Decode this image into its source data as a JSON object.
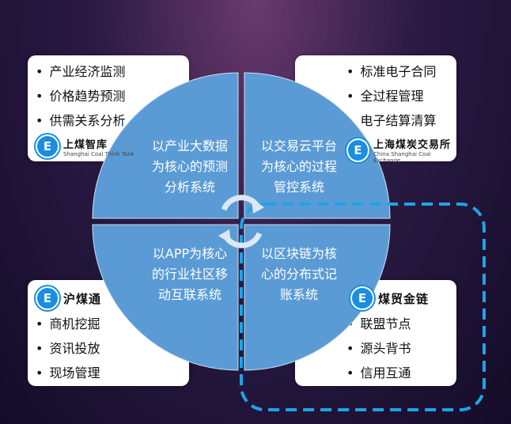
{
  "top_left": {
    "items": [
      "产业经济监测",
      "价格趋势预测",
      "供需关系分析"
    ],
    "logo_cn": "上煤智库",
    "logo_en": "Shanghai Coal Think Tank"
  },
  "top_right": {
    "items": [
      "标准电子合同",
      "全过程管理",
      "电子结算清算"
    ],
    "logo_cn": "上海煤炭交易所",
    "logo_en": "China Shanghai Coal Exchange"
  },
  "bottom_left": {
    "items": [
      "商机挖掘",
      "资讯投放",
      "现场管理"
    ],
    "logo_cn": "沪煤通"
  },
  "bottom_right": {
    "items": [
      "联盟节点",
      "源头背书",
      "信用互通"
    ],
    "logo_cn": "煤贸金链"
  },
  "quadrants": {
    "tl": [
      "以产业大数据",
      "为核心的预测",
      "分析系统"
    ],
    "tr": [
      "以交易云平台",
      "为核心的过程",
      "管控系统"
    ],
    "bl": [
      "以APP为核心",
      "的行业社区移",
      "动互联系统"
    ],
    "br": [
      "以区块链为核",
      "心的分布式记",
      "账系统"
    ]
  },
  "logo_letter": "E",
  "colors": {
    "quadrant": "#5b9bd5",
    "dash": "#1fa3e8"
  }
}
